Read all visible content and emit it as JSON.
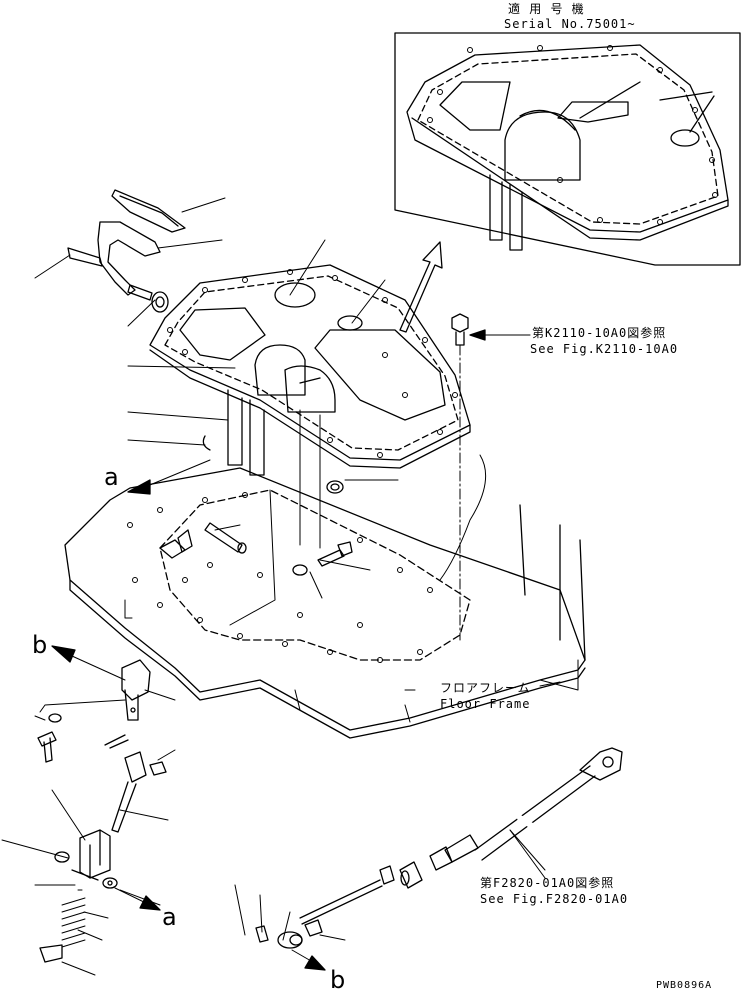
{
  "inset": {
    "applicable_model_jp": "適 用 号 機",
    "serial": "Serial No.75001~"
  },
  "refs": {
    "k2110_jp": "第K2110-10A0図参照",
    "k2110_en": "See Fig.K2110-10A0",
    "f2820_jp": "第F2820-01A0図参照",
    "f2820_en": "See Fig.F2820-01A0"
  },
  "floor_frame": {
    "jp": "フロアフレーム",
    "en": "Floor Frame"
  },
  "markers": {
    "a_upper": "a",
    "a_lower": "a",
    "b_upper": "b",
    "b_lower": "b"
  },
  "drawing_no": "PWB0896A"
}
